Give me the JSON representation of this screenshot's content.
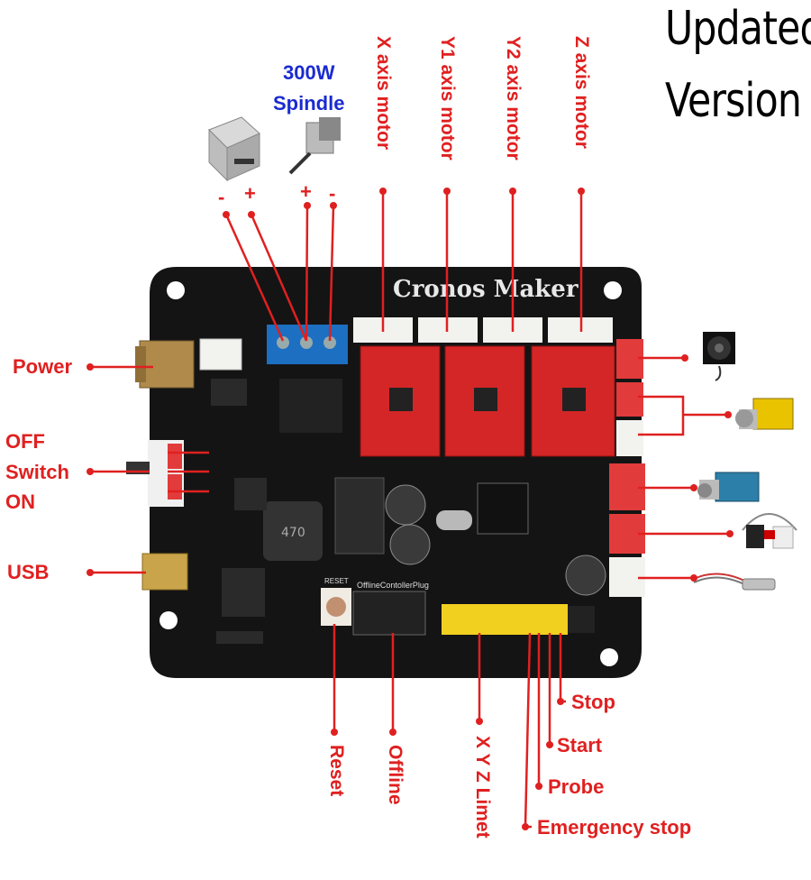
{
  "title": {
    "line1": "Updated",
    "line2": "Version"
  },
  "board": {
    "brand": "Cronos Maker",
    "plug_label": "OfflineContollerPlug",
    "reset_silk": "RESET"
  },
  "spindle": {
    "power_label": "300W",
    "name_label": "Spindle"
  },
  "polarity": {
    "psu_minus": "-",
    "psu_plus": "+",
    "spindle_plus": "+",
    "spindle_minus": "-"
  },
  "motors": {
    "x": "X axis motor",
    "y1": "Y1 axis motor",
    "y2": "Y2 axis motor",
    "z": "Z axis motor"
  },
  "left_labels": {
    "power": "Power",
    "off": "OFF",
    "switch": "Switch",
    "on": "ON",
    "usb": "USB"
  },
  "bottom_labels": {
    "reset": "Reset",
    "offline": "Offline",
    "limit": "X Y Z Limet"
  },
  "right_labels": {
    "stop": "Stop",
    "start": "Start",
    "probe": "Probe",
    "estop": "Emergency stop"
  },
  "icons": [
    "power-supply-icon",
    "spindle-motor-icon",
    "cooling-fan-icon",
    "laser-module-yellow-icon",
    "laser-module-blue-icon",
    "laser-module-small-icon",
    "laser-pointer-icon"
  ],
  "colors": {
    "label": "#e02020",
    "spindle_label": "#1a2bd0",
    "board": "#141414",
    "driver": "#d42626"
  }
}
